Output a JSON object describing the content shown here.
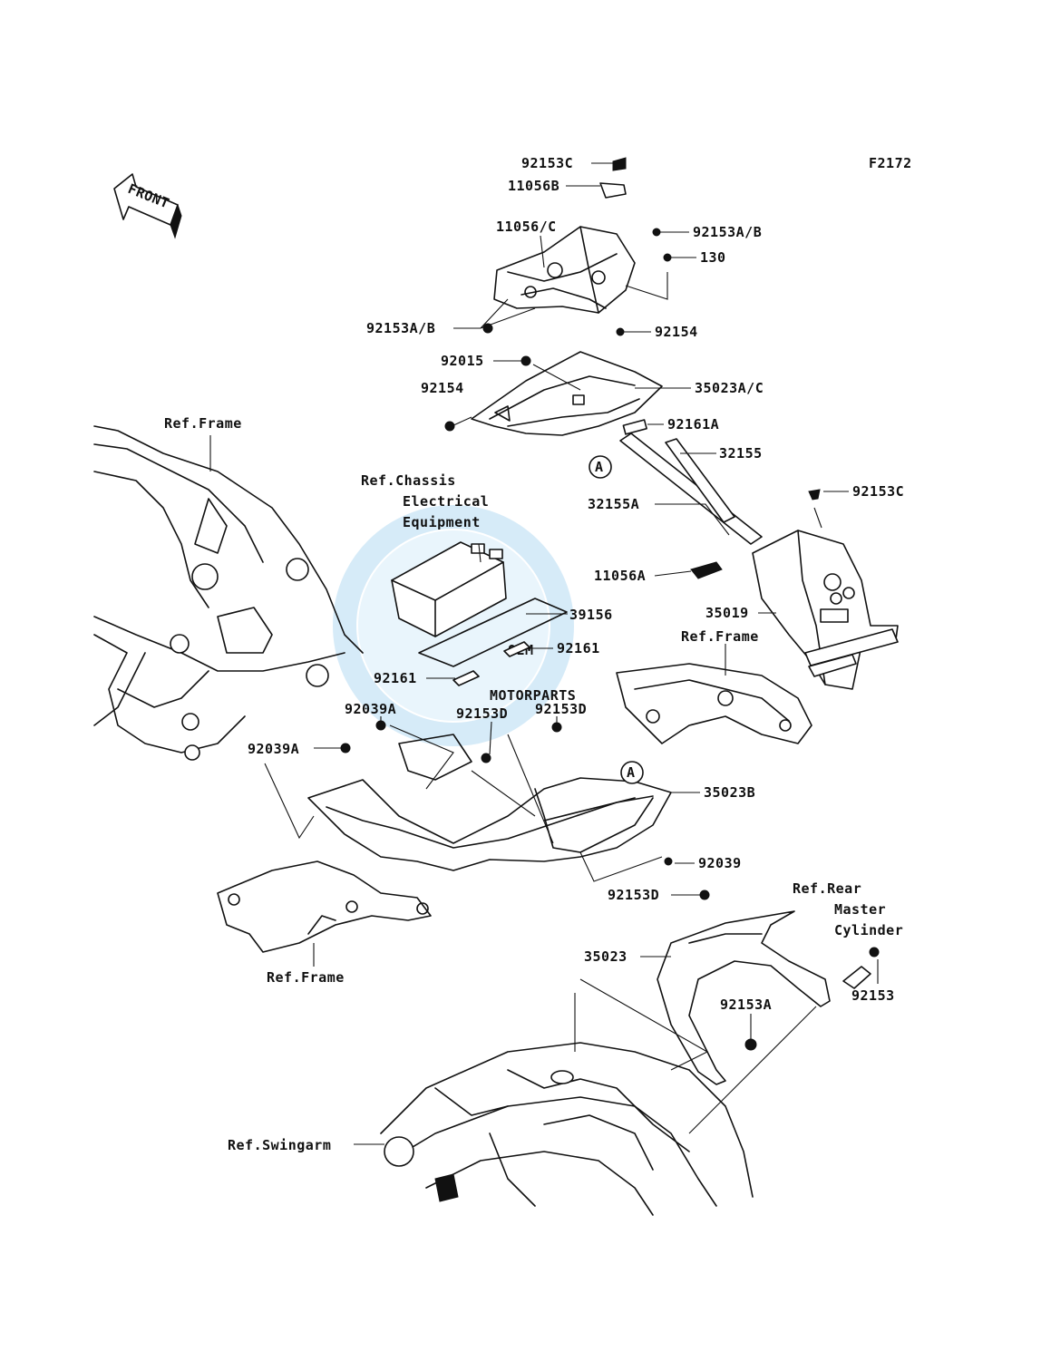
{
  "figure_code": "F2172",
  "front_arrow_label": "FRONT",
  "watermark": {
    "logo": "OEM",
    "subtitle": "MOTORPARTS"
  },
  "callout_circle": "A",
  "labels": {
    "l_92153c_top": "92153C",
    "l_11056b": "11056B",
    "l_11056c": "11056/C",
    "l_92153ab_right": "92153A/B",
    "l_130": "130",
    "l_92153ab_left": "92153A/B",
    "l_92154_right": "92154",
    "l_92015": "92015",
    "l_35023ac": "35023A/C",
    "l_92154_left": "92154",
    "l_92161a": "92161A",
    "l_32155": "32155",
    "l_ref_frame_top": "Ref.Frame",
    "l_ref_chassis_1": "Ref.Chassis",
    "l_ref_chassis_2": "Electrical",
    "l_ref_chassis_3": "Equipment",
    "l_92153c_right": "92153C",
    "l_32155a": "32155A",
    "l_11056a": "11056A",
    "l_35019": "35019",
    "l_39156": "39156",
    "l_92161_mid": "92161",
    "l_ref_frame_mid": "Ref.Frame",
    "l_92161_left": "92161",
    "l_92153d_a": "92153D",
    "l_92039a_a": "92039A",
    "l_92153d_b": "92153D",
    "l_92039a_b": "92039A",
    "l_35023b": "35023B",
    "l_92039": "92039",
    "l_ref_rear_1": "Ref.Rear",
    "l_ref_rear_2": "Master",
    "l_ref_rear_3": "Cylinder",
    "l_92153d_c": "92153D",
    "l_35023": "35023",
    "l_92153": "92153",
    "l_ref_frame_bottom": "Ref.Frame",
    "l_92153a": "92153A",
    "l_ref_swingarm": "Ref.Swingarm"
  }
}
